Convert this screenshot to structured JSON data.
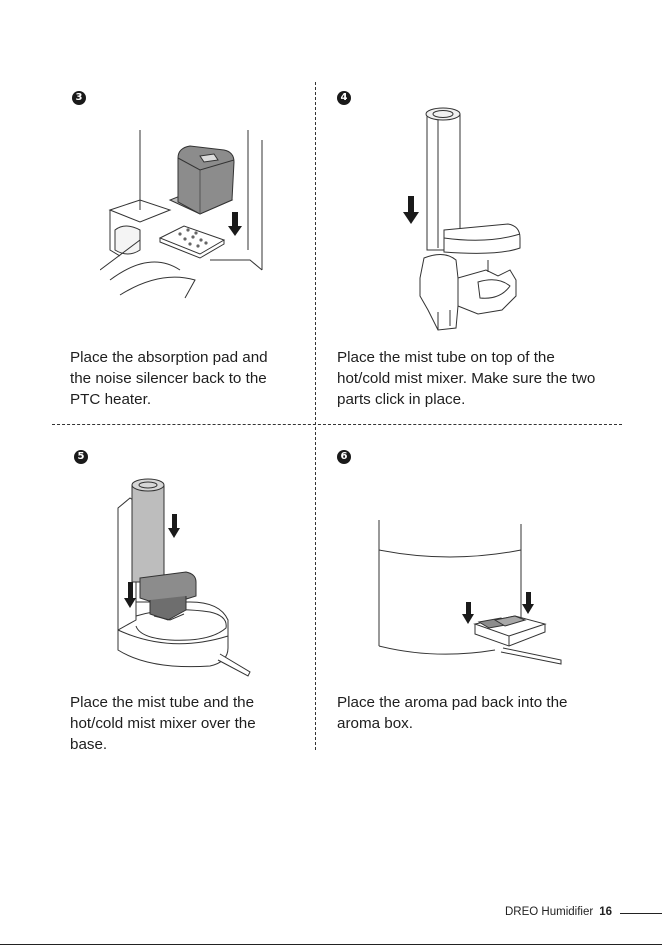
{
  "steps": [
    {
      "number": "3",
      "caption_lines": [
        "Place the absorption pad and",
        "the noise silencer back to the",
        "PTC heater."
      ]
    },
    {
      "number": "4",
      "caption_lines": [
        "Place the mist tube on top of the",
        "hot/cold mist mixer. Make sure the two",
        "parts click in place."
      ]
    },
    {
      "number": "5",
      "caption_lines": [
        "Place the mist tube and the",
        "hot/cold mist mixer over the",
        "base."
      ]
    },
    {
      "number": "6",
      "caption_lines": [
        "Place the aroma pad back into the",
        "aroma box."
      ]
    }
  ],
  "footer": {
    "brand": "DREO Humidifier",
    "page": "16"
  }
}
